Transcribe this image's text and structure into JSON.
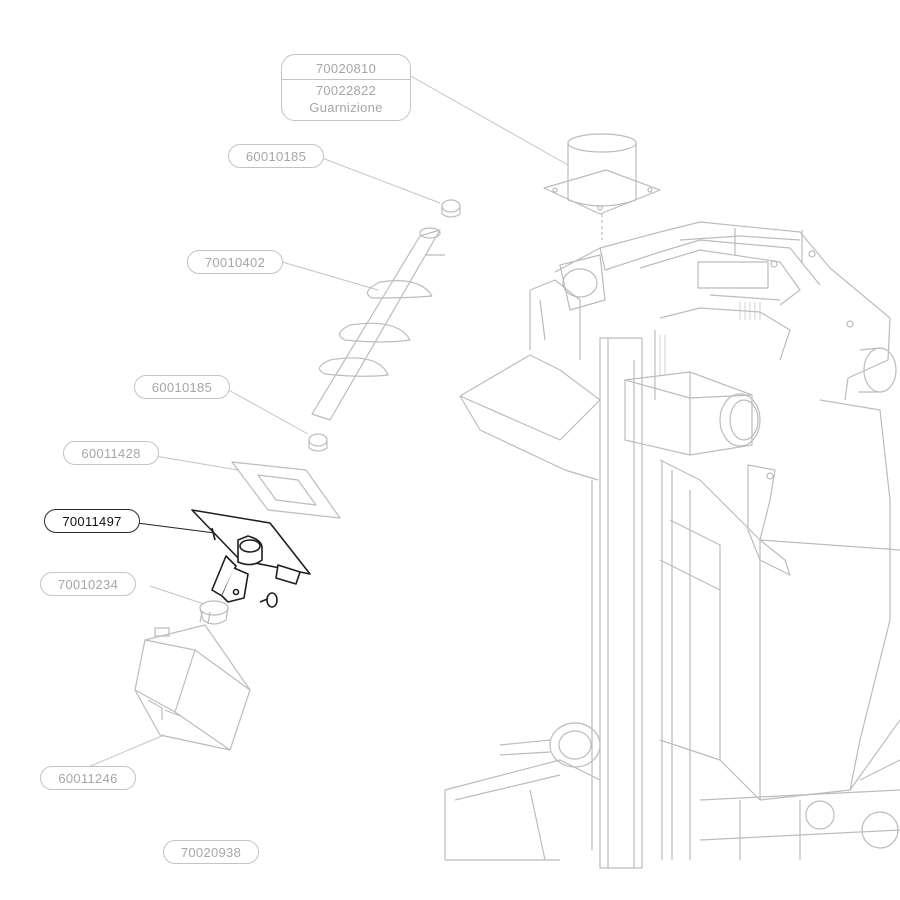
{
  "part_labels": [
    {
      "id": "p1",
      "code": "70020810",
      "sub": "70022822",
      "desc": "Guarnizione",
      "active": false
    },
    {
      "id": "p2",
      "code": "60010185",
      "active": false
    },
    {
      "id": "p3",
      "code": "70010402",
      "active": false
    },
    {
      "id": "p4",
      "code": "60010185",
      "active": false
    },
    {
      "id": "p5",
      "code": "60011428",
      "active": false
    },
    {
      "id": "p6",
      "code": "70011497",
      "active": true
    },
    {
      "id": "p7",
      "code": "70010234",
      "active": false
    },
    {
      "id": "p8",
      "code": "60011246",
      "active": false
    },
    {
      "id": "p9",
      "code": "70020938",
      "active": false
    }
  ],
  "colors": {
    "line": "#c4c4c4",
    "drawing_light": "#bdbdbd",
    "drawing_dark": "#1e1e1e",
    "active_border": "#2a2a2a"
  }
}
